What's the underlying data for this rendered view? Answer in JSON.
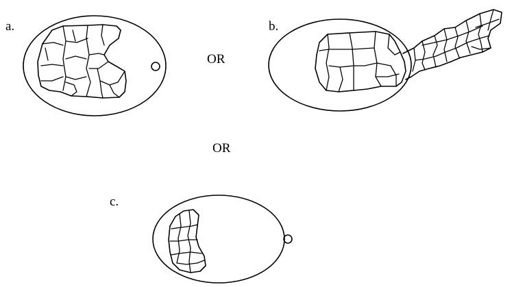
{
  "labels": {
    "panel_a": "a.",
    "panel_b": "b.",
    "panel_c": "c.",
    "or_top": "OR",
    "or_middle": "OR"
  }
}
